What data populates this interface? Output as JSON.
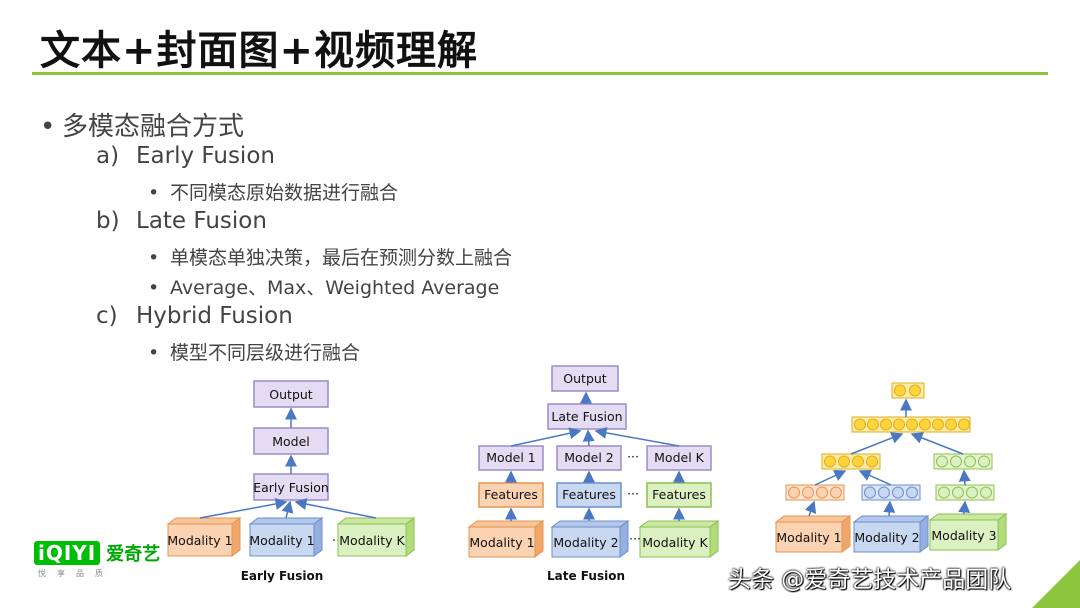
{
  "title": "文本+封面图+视频理解",
  "outline": {
    "heading": "多模态融合方式",
    "items": [
      {
        "marker": "a)",
        "label": "Early Fusion",
        "bullets": [
          "不同模态原始数据进行融合"
        ]
      },
      {
        "marker": "b)",
        "label": "Late Fusion",
        "bullets": [
          "单模态单独决策，最后在预测分数上融合",
          "Average、Max、Weighted Average"
        ]
      },
      {
        "marker": "c)",
        "label": "Hybrid Fusion",
        "bullets": [
          "模型不同层级进行融合"
        ]
      }
    ]
  },
  "diagrams": {
    "early": {
      "caption": "Early Fusion",
      "output": "Output",
      "model": "Model",
      "fusion": "Early Fusion",
      "modalities": [
        "Modality 1",
        "Modality 1",
        "Modality K"
      ],
      "ellipsis": "..."
    },
    "late": {
      "caption": "Late Fusion",
      "output": "Output",
      "fusion": "Late Fusion",
      "models": [
        "Model 1",
        "Model 2",
        "Model K"
      ],
      "features": [
        "Features",
        "Features",
        "Features"
      ],
      "modalities": [
        "Modality 1",
        "Modality 2",
        "Modality K"
      ],
      "ellipsis": "···"
    },
    "hybrid": {
      "modalities": [
        "Modality 1",
        "Modality 2",
        "Modality 3"
      ]
    }
  },
  "colors": {
    "accent_green": "#8dc63f",
    "purple_fill": "#e4dcf2",
    "purple_stroke": "#9d8cc6",
    "orange_fill": "#fbd3b3",
    "orange_stroke": "#e39652",
    "blue_fill": "#c9d8f1",
    "blue_stroke": "#6d8fcb",
    "green_fill": "#dcf1c1",
    "green_stroke": "#8cc150",
    "yellow_fill": "#ffe07a",
    "yellow_stroke": "#d9b21f",
    "arrow": "#4a78c2"
  },
  "logo": {
    "mark": "iQIYI",
    "name": "爱奇艺",
    "tagline": "悦享品质"
  },
  "watermark": "头条 @爱奇艺技术产品团队"
}
